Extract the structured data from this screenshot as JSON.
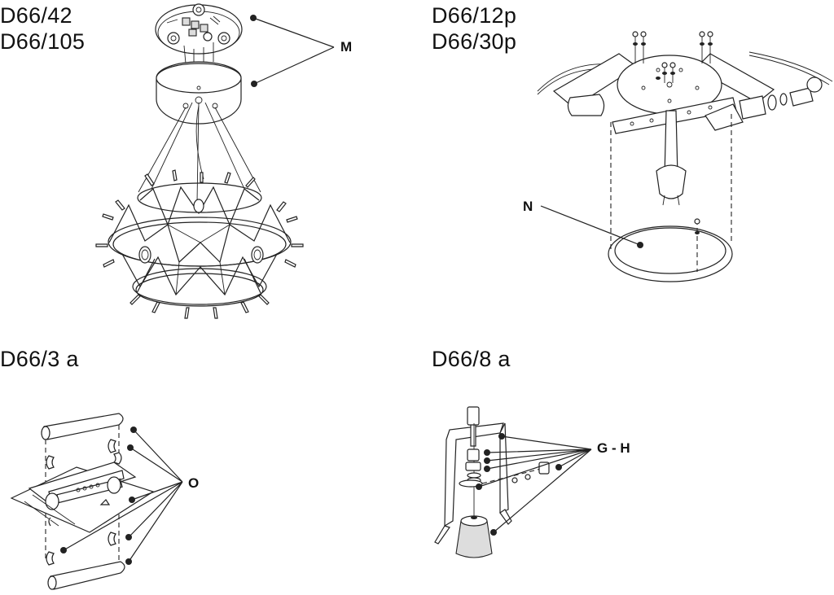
{
  "panels": {
    "top_left": {
      "models": [
        "D66/42",
        "D66/105"
      ],
      "callout": "M"
    },
    "top_right": {
      "models": [
        "D66/12p",
        "D66/30p"
      ],
      "callout": "N"
    },
    "bottom_left": {
      "models": [
        "D66/3 a"
      ],
      "callout": "O"
    },
    "bottom_right": {
      "models": [
        "D66/8 a"
      ],
      "callout": "G - H"
    }
  }
}
